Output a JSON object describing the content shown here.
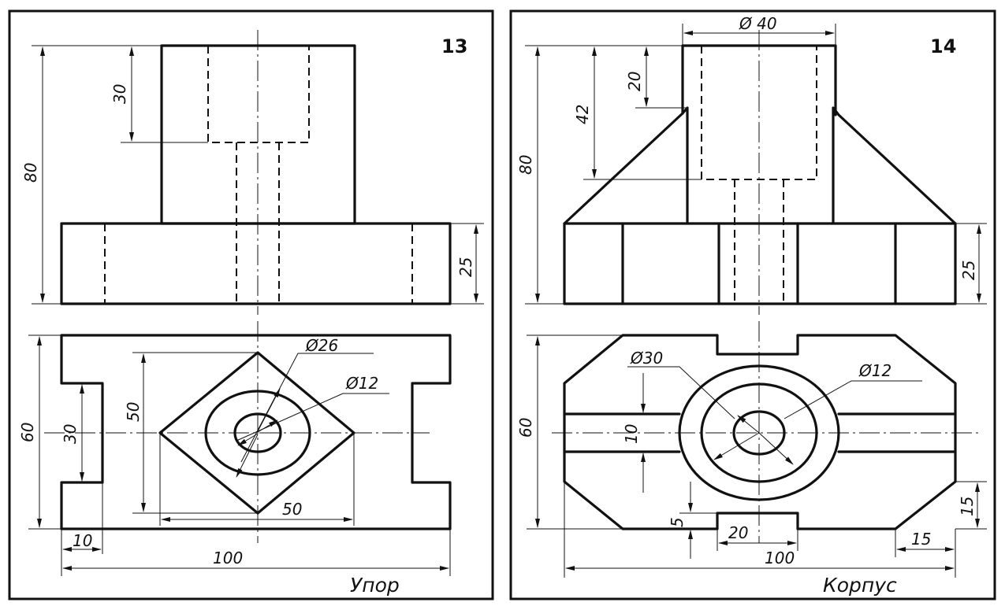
{
  "panels": [
    {
      "number": "13",
      "title": "Упор",
      "dims": {
        "d30": "30",
        "d80": "80",
        "d25": "25",
        "d60": "60",
        "d30b": "30",
        "d50v": "50",
        "d50h": "50",
        "dia26": "Ø26",
        "dia12": "Ø12",
        "d10": "10",
        "d100": "100"
      }
    },
    {
      "number": "14",
      "title": "Корпус",
      "dims": {
        "dia40": "Ø 40",
        "d20v": "20",
        "d42": "42",
        "d80": "80",
        "d25": "25",
        "d60": "60",
        "d10": "10",
        "dia30": "Ø30",
        "dia12": "Ø12",
        "d5": "5",
        "d20h": "20",
        "d15v": "15",
        "d15h": "15",
        "d100": "100"
      }
    }
  ]
}
